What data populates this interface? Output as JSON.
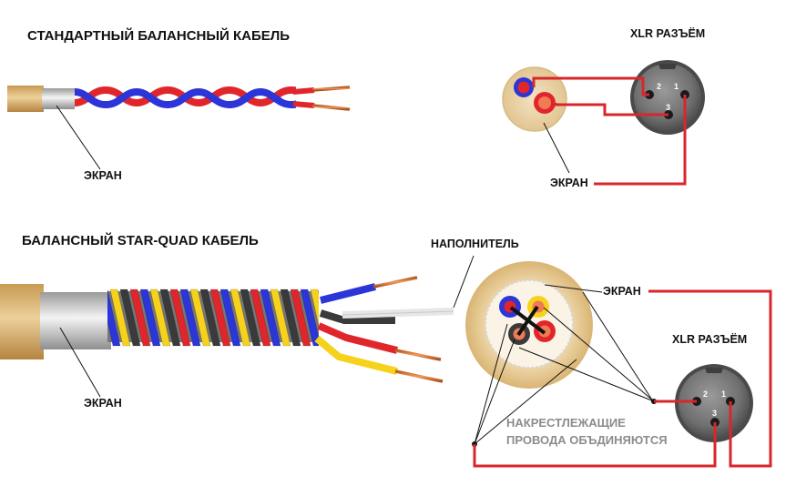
{
  "labels": {
    "title_standard": "СТАНДАРТНЫЙ БАЛАНСНЫЙ КАБЕЛЬ",
    "title_starquad": "БАЛАНСНЫЙ STAR-QUAD КАБЕЛЬ",
    "xlr_top": "XLR РАЗЪЁМ",
    "xlr_bottom": "XLR РАЗЪЁМ",
    "shield_cable_top": "ЭКРАН",
    "shield_section_top": "ЭКРАН",
    "shield_cable_bottom": "ЭКРАН",
    "shield_section_bottom": "ЭКРАН",
    "filler": "НАПОЛНИТЕЛЬ",
    "note_line1": "НАКРЕСТЛЕЖАЩИЕ",
    "note_line2": "ПРОВОДА ОБЪДИНЯЮТСЯ"
  },
  "pins": {
    "p1": "1",
    "p2": "2",
    "p3": "3"
  },
  "colors": {
    "jacket": "#d9b574",
    "shield": "#c8c8c8",
    "copper": "#e07a3c",
    "red": "#e0262b",
    "blue": "#2b35d8",
    "yellow": "#f6d21d",
    "black": "#3a3a3a",
    "connector": "#6f6f6f",
    "wiring": "#d9262b",
    "note_text": "#8c8c8c"
  }
}
